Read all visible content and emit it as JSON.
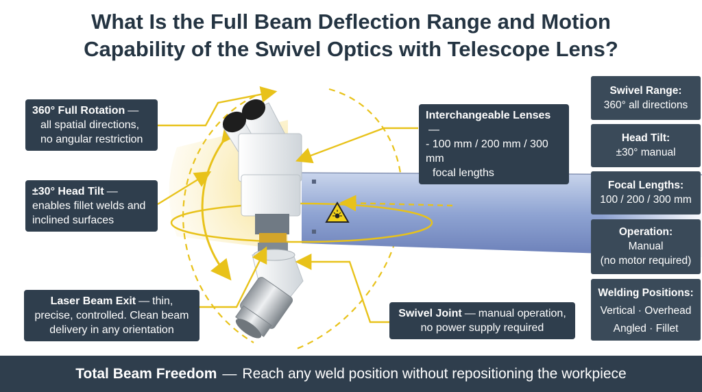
{
  "title": {
    "line1": "What Is the Full Beam Deflection Range and Motion",
    "line2": "Capability of the Swivel Optics with Telescope Lens?"
  },
  "callouts": {
    "rotation": {
      "heading": "360° Full Rotation",
      "line1": "all spatial directions,",
      "line2": "no angular restriction"
    },
    "tilt": {
      "heading": "±30° Head Tilt",
      "line1": "enables fillet welds and",
      "line2": "inclined surfaces"
    },
    "beam_exit": {
      "heading": "Laser Beam Exit",
      "line1_rest": "thin,",
      "line2": "precise, controlled. Clean beam",
      "line3": "delivery in any orientation"
    },
    "lenses": {
      "heading": "Interchangeable Lenses",
      "line1": "- 100 mm / 200 mm / 300 mm",
      "line2": "focal lengths"
    },
    "joint": {
      "heading": "Swivel Joint",
      "line1_rest": "manual operation,",
      "line2": "no power supply required"
    }
  },
  "dash": "—",
  "specs": [
    {
      "label": "Swivel Range:",
      "value": "360° all directions"
    },
    {
      "label": "Head Tilt:",
      "value": "±30° manual"
    },
    {
      "label": "Focal Lengths:",
      "value": "100 / 200 / 300 mm"
    },
    {
      "label": "Operation:",
      "value": "Manual",
      "value2": "(no motor required)"
    },
    {
      "label": "Welding Positions:",
      "value": "Vertical · Overhead",
      "value2": "Angled · Fillet"
    }
  ],
  "footer": {
    "bold": "Total Beam Freedom",
    "rest": "Reach any weld position without repositioning the workpiece"
  },
  "colors": {
    "accent": "#e8c21a",
    "callout_bg": "#2f3e4d",
    "panel_bg": "#3a4a59",
    "title": "#243442"
  },
  "icons": {
    "warning": "laser-warning-icon"
  }
}
